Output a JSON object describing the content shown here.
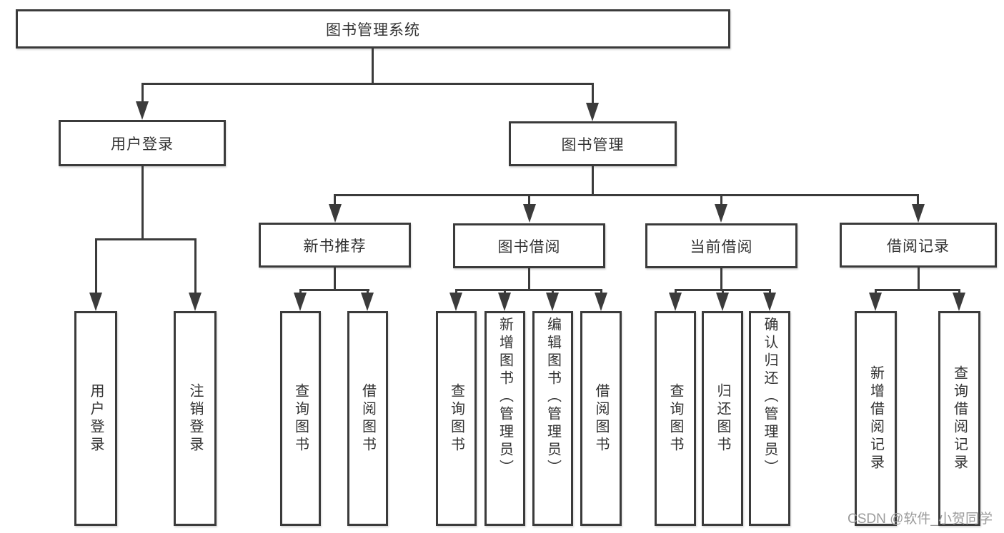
{
  "title": "图书管理系统",
  "level2": {
    "user_login": "用户登录",
    "book_mgmt": "图书管理"
  },
  "level3": {
    "new_books": "新书推荐",
    "book_borrow": "图书借阅",
    "current_borrow": "当前借阅",
    "borrow_records": "借阅记录"
  },
  "leaves": {
    "user": [
      "用户登录",
      "注销登录"
    ],
    "newbook": [
      "查询图书",
      "借阅图书"
    ],
    "borrow": [
      "查询图书",
      "新增图书（管理员）",
      "编辑图书（管理员）",
      "借阅图书"
    ],
    "current": [
      "查询图书",
      "归还图书",
      "确认归还（管理员）"
    ],
    "records": [
      "新增借阅记录",
      "查询借阅记录"
    ]
  },
  "watermark": "CSDN @软件_小贺同学",
  "colors": {
    "line": "#3b3b3b",
    "text": "#333333",
    "watermark": "#9b9b9b",
    "background": "#ffffff"
  }
}
